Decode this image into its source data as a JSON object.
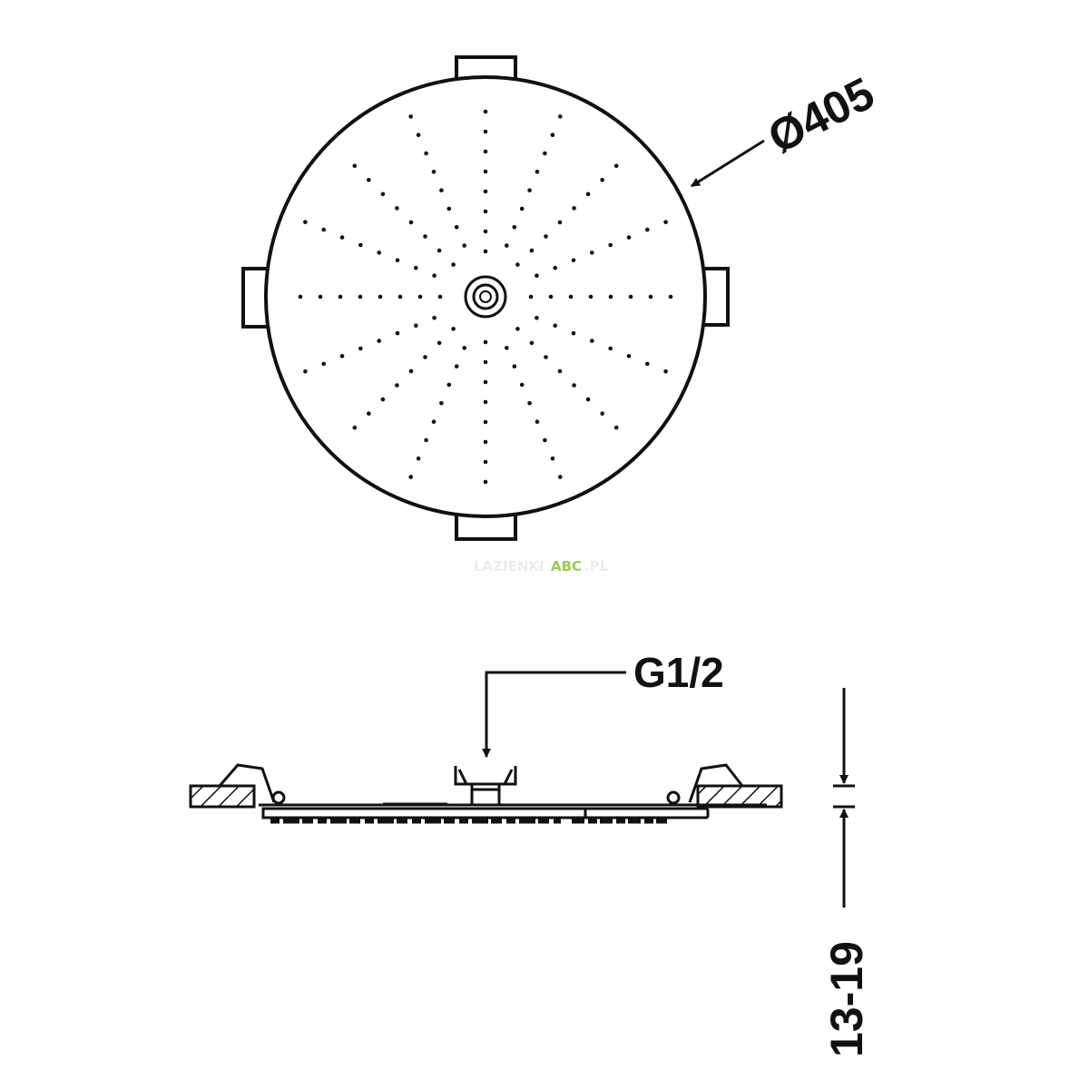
{
  "labels": {
    "diameter": "Ø405",
    "thread": "G1/2",
    "height_range": "13-19"
  },
  "watermark": {
    "part1": "LAZIENKI",
    "part2": "ABC",
    "part3": ".PL",
    "accent": "#9ccc4e"
  },
  "colors": {
    "line": "#111111",
    "background": "#ffffff"
  }
}
